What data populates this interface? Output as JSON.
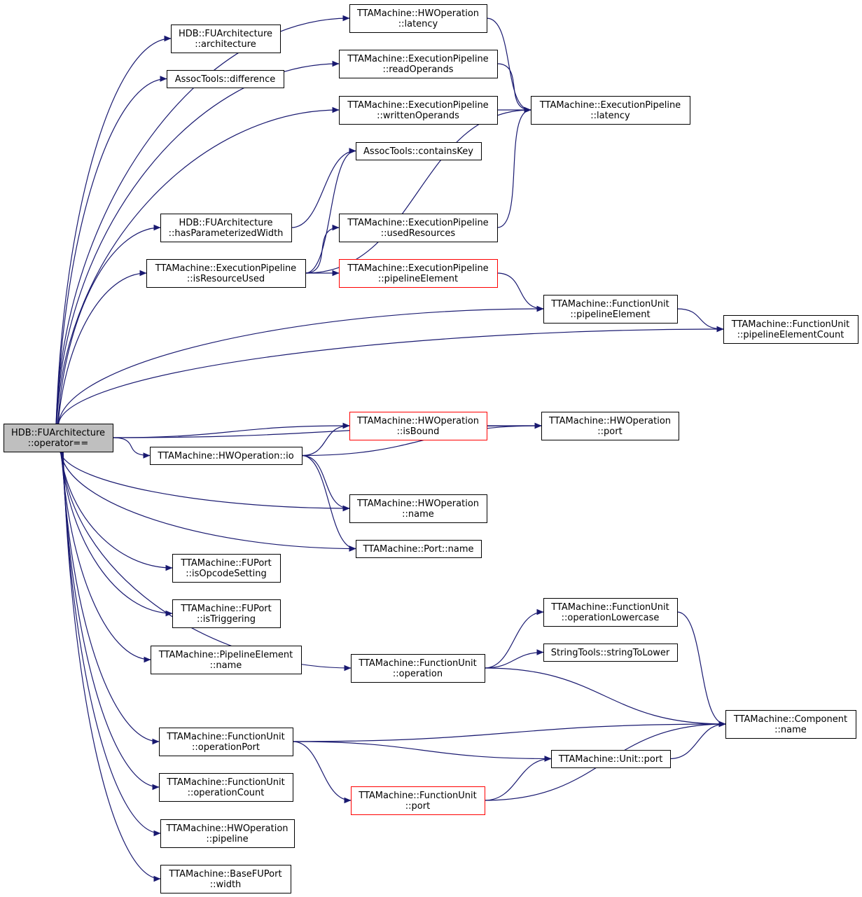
{
  "colors": {
    "edge": "#191970",
    "node_border": "#000000",
    "node_border_truncated": "#ff0000",
    "root_fill": "#bfbfbf",
    "node_fill": "#ffffff"
  },
  "nodes": [
    {
      "id": "root",
      "lines": [
        "HDB::FUArchitecture",
        "::operator=="
      ],
      "style": "root"
    },
    {
      "id": "fuarch_architecture",
      "lines": [
        "HDB::FUArchitecture",
        "::architecture"
      ]
    },
    {
      "id": "assoc_difference",
      "lines": [
        "AssocTools::difference"
      ]
    },
    {
      "id": "hwop_latency",
      "lines": [
        "TTAMachine::HWOperation",
        "::latency"
      ]
    },
    {
      "id": "ep_readOperands",
      "lines": [
        "TTAMachine::ExecutionPipeline",
        "::readOperands"
      ]
    },
    {
      "id": "ep_writtenOperands",
      "lines": [
        "TTAMachine::ExecutionPipeline",
        "::writtenOperands"
      ]
    },
    {
      "id": "ep_latency",
      "lines": [
        "TTAMachine::ExecutionPipeline",
        "::latency"
      ]
    },
    {
      "id": "assoc_containsKey",
      "lines": [
        "AssocTools::containsKey"
      ]
    },
    {
      "id": "fuarch_hasParamWidth",
      "lines": [
        "HDB::FUArchitecture",
        "::hasParameterizedWidth"
      ]
    },
    {
      "id": "ep_usedResources",
      "lines": [
        "TTAMachine::ExecutionPipeline",
        "::usedResources"
      ]
    },
    {
      "id": "ep_isResourceUsed",
      "lines": [
        "TTAMachine::ExecutionPipeline",
        "::isResourceUsed"
      ]
    },
    {
      "id": "ep_pipelineElement",
      "lines": [
        "TTAMachine::ExecutionPipeline",
        "::pipelineElement"
      ],
      "style": "truncated"
    },
    {
      "id": "fu_pipelineElement",
      "lines": [
        "TTAMachine::FunctionUnit",
        "::pipelineElement"
      ]
    },
    {
      "id": "fu_pipelineElementCount",
      "lines": [
        "TTAMachine::FunctionUnit",
        "::pipelineElementCount"
      ]
    },
    {
      "id": "hwop_isBound",
      "lines": [
        "TTAMachine::HWOperation",
        "::isBound"
      ],
      "style": "truncated"
    },
    {
      "id": "hwop_port",
      "lines": [
        "TTAMachine::HWOperation",
        "::port"
      ]
    },
    {
      "id": "hwop_io",
      "lines": [
        "TTAMachine::HWOperation::io"
      ]
    },
    {
      "id": "hwop_name",
      "lines": [
        "TTAMachine::HWOperation",
        "::name"
      ]
    },
    {
      "id": "port_name",
      "lines": [
        "TTAMachine::Port::name"
      ]
    },
    {
      "id": "fuport_isOpcodeSetting",
      "lines": [
        "TTAMachine::FUPort",
        "::isOpcodeSetting"
      ]
    },
    {
      "id": "fuport_isTriggering",
      "lines": [
        "TTAMachine::FUPort",
        "::isTriggering"
      ]
    },
    {
      "id": "pe_name",
      "lines": [
        "TTAMachine::PipelineElement",
        "::name"
      ]
    },
    {
      "id": "fu_operationLowercase",
      "lines": [
        "TTAMachine::FunctionUnit",
        "::operationLowercase"
      ]
    },
    {
      "id": "st_stringToLower",
      "lines": [
        "StringTools::stringToLower"
      ]
    },
    {
      "id": "fu_operation",
      "lines": [
        "TTAMachine::FunctionUnit",
        "::operation"
      ]
    },
    {
      "id": "component_name",
      "lines": [
        "TTAMachine::Component",
        "::name"
      ]
    },
    {
      "id": "fu_operationPort",
      "lines": [
        "TTAMachine::FunctionUnit",
        "::operationPort"
      ]
    },
    {
      "id": "unit_port",
      "lines": [
        "TTAMachine::Unit::port"
      ]
    },
    {
      "id": "fu_operationCount",
      "lines": [
        "TTAMachine::FunctionUnit",
        "::operationCount"
      ]
    },
    {
      "id": "fu_port",
      "lines": [
        "TTAMachine::FunctionUnit",
        "::port"
      ],
      "style": "truncated"
    },
    {
      "id": "hwop_pipeline",
      "lines": [
        "TTAMachine::HWOperation",
        "::pipeline"
      ]
    },
    {
      "id": "basefuport_width",
      "lines": [
        "TTAMachine::BaseFUPort",
        "::width"
      ]
    }
  ],
  "edges": [
    [
      "root",
      "fuarch_architecture"
    ],
    [
      "root",
      "assoc_difference"
    ],
    [
      "root",
      "hwop_latency"
    ],
    [
      "root",
      "ep_readOperands"
    ],
    [
      "root",
      "ep_writtenOperands"
    ],
    [
      "root",
      "fuarch_hasParamWidth"
    ],
    [
      "root",
      "ep_isResourceUsed"
    ],
    [
      "root",
      "fu_pipelineElement"
    ],
    [
      "root",
      "fu_pipelineElementCount"
    ],
    [
      "root",
      "hwop_port"
    ],
    [
      "root",
      "hwop_isBound"
    ],
    [
      "root",
      "hwop_io"
    ],
    [
      "root",
      "hwop_name"
    ],
    [
      "root",
      "port_name"
    ],
    [
      "root",
      "fuport_isOpcodeSetting"
    ],
    [
      "root",
      "fuport_isTriggering"
    ],
    [
      "root",
      "pe_name"
    ],
    [
      "root",
      "fu_operation"
    ],
    [
      "root",
      "fu_operationPort"
    ],
    [
      "root",
      "fu_operationCount"
    ],
    [
      "root",
      "hwop_pipeline"
    ],
    [
      "root",
      "basefuport_width"
    ],
    [
      "hwop_latency",
      "ep_latency"
    ],
    [
      "ep_readOperands",
      "ep_latency"
    ],
    [
      "ep_writtenOperands",
      "ep_latency"
    ],
    [
      "fuarch_hasParamWidth",
      "assoc_containsKey"
    ],
    [
      "ep_isResourceUsed",
      "assoc_containsKey"
    ],
    [
      "ep_isResourceUsed",
      "ep_latency"
    ],
    [
      "ep_isResourceUsed",
      "ep_usedResources"
    ],
    [
      "ep_isResourceUsed",
      "ep_pipelineElement"
    ],
    [
      "ep_usedResources",
      "ep_latency"
    ],
    [
      "ep_pipelineElement",
      "fu_pipelineElement"
    ],
    [
      "fu_pipelineElement",
      "fu_pipelineElementCount"
    ],
    [
      "hwop_isBound",
      "hwop_port"
    ],
    [
      "hwop_io",
      "hwop_isBound"
    ],
    [
      "hwop_io",
      "hwop_port"
    ],
    [
      "hwop_io",
      "hwop_name"
    ],
    [
      "hwop_io",
      "port_name"
    ],
    [
      "fu_operation",
      "fu_operationLowercase"
    ],
    [
      "fu_operation",
      "st_stringToLower"
    ],
    [
      "fu_operation",
      "component_name"
    ],
    [
      "fu_operationLowercase",
      "component_name"
    ],
    [
      "fu_operationPort",
      "component_name"
    ],
    [
      "fu_operationPort",
      "unit_port"
    ],
    [
      "fu_operationPort",
      "fu_port"
    ],
    [
      "unit_port",
      "component_name"
    ],
    [
      "fu_port",
      "unit_port"
    ],
    [
      "fu_port",
      "component_name"
    ]
  ]
}
